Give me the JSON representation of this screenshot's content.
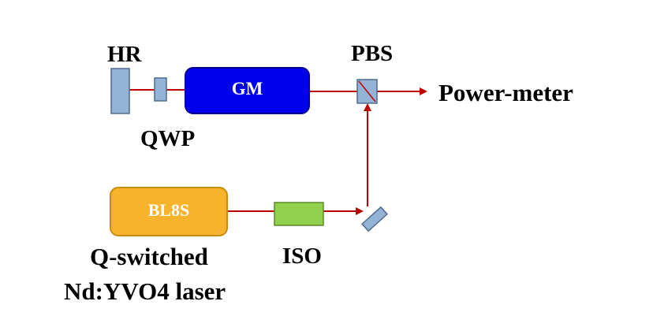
{
  "labels": {
    "hr": "HR",
    "qwp": "QWP",
    "gm": "GM",
    "pbs": "PBS",
    "power_meter": "Power-meter",
    "bl8s": "BL8S",
    "iso": "ISO",
    "laser_line1": "Q-switched",
    "laser_line2": "Nd:YVO4 laser"
  },
  "colors": {
    "beam": "#c00000",
    "optic_fill": "#95b3d7",
    "optic_stroke": "#4f6b8c",
    "gm_fill": "#0000ee",
    "gm_stroke": "#00008b",
    "laser_fill": "#f8b32c",
    "laser_stroke": "#c98a10",
    "iso_fill": "#92d050",
    "iso_stroke": "#5a8a25"
  }
}
